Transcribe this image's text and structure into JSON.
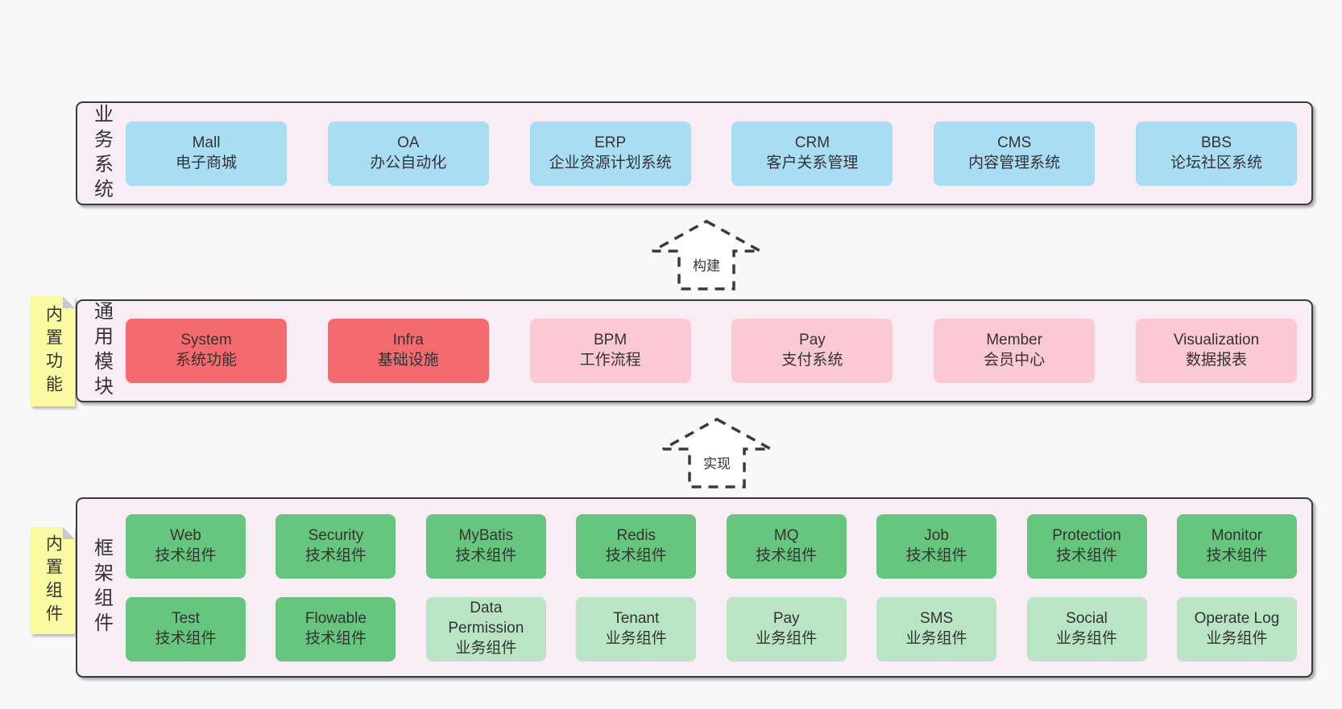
{
  "colors": {
    "page-bg": "#f8f8f8",
    "frame-bg": "#f8edf5",
    "border": "#3a3a3a",
    "text": "#333333",
    "blue": "#a9ddf4",
    "red": "#f56a6e",
    "pink": "#fbc9d3",
    "green": "#67c67e",
    "lightgreen": "#bae5c4",
    "yellow": "#fafaa3",
    "fold": "#c9c9c9"
  },
  "arrows": [
    {
      "label": "构建"
    },
    {
      "label": "实现"
    }
  ],
  "bands": [
    {
      "side_label": "业务系统",
      "note": null,
      "rows": [
        [
          {
            "title": "Mall",
            "subtitle": "电子商城",
            "variant": "blue"
          },
          {
            "title": "OA",
            "subtitle": "办公自动化",
            "variant": "blue"
          },
          {
            "title": "ERP",
            "subtitle": "企业资源计划系统",
            "variant": "blue"
          },
          {
            "title": "CRM",
            "subtitle": "客户关系管理",
            "variant": "blue"
          },
          {
            "title": "CMS",
            "subtitle": "内容管理系统",
            "variant": "blue"
          },
          {
            "title": "BBS",
            "subtitle": "论坛社区系统",
            "variant": "blue"
          }
        ]
      ]
    },
    {
      "side_label": "通用模块",
      "note": "内置功能",
      "rows": [
        [
          {
            "title": "System",
            "subtitle": "系统功能",
            "variant": "red"
          },
          {
            "title": "Infra",
            "subtitle": "基础设施",
            "variant": "red"
          },
          {
            "title": "BPM",
            "subtitle": "工作流程",
            "variant": "pink"
          },
          {
            "title": "Pay",
            "subtitle": "支付系统",
            "variant": "pink"
          },
          {
            "title": "Member",
            "subtitle": "会员中心",
            "variant": "pink"
          },
          {
            "title": "Visualization",
            "subtitle": "数据报表",
            "variant": "pink"
          }
        ]
      ]
    },
    {
      "side_label": "框架组件",
      "note": "内置组件",
      "rows": [
        [
          {
            "title": "Web",
            "subtitle": "技术组件",
            "variant": "green"
          },
          {
            "title": "Security",
            "subtitle": "技术组件",
            "variant": "green"
          },
          {
            "title": "MyBatis",
            "subtitle": "技术组件",
            "variant": "green"
          },
          {
            "title": "Redis",
            "subtitle": "技术组件",
            "variant": "green"
          },
          {
            "title": "MQ",
            "subtitle": "技术组件",
            "variant": "green"
          },
          {
            "title": "Job",
            "subtitle": "技术组件",
            "variant": "green"
          },
          {
            "title": "Protection",
            "subtitle": "技术组件",
            "variant": "green"
          },
          {
            "title": "Monitor",
            "subtitle": "技术组件",
            "variant": "green"
          }
        ],
        [
          {
            "title": "Test",
            "subtitle": "技术组件",
            "variant": "green"
          },
          {
            "title": "Flowable",
            "subtitle": "技术组件",
            "variant": "green"
          },
          {
            "title": "Data Permission",
            "subtitle": "业务组件",
            "variant": "lightgreen"
          },
          {
            "title": "Tenant",
            "subtitle": "业务组件",
            "variant": "lightgreen"
          },
          {
            "title": "Pay",
            "subtitle": "业务组件",
            "variant": "lightgreen"
          },
          {
            "title": "SMS",
            "subtitle": "业务组件",
            "variant": "lightgreen"
          },
          {
            "title": "Social",
            "subtitle": "业务组件",
            "variant": "lightgreen"
          },
          {
            "title": "Operate Log",
            "subtitle": "业务组件",
            "variant": "lightgreen"
          }
        ]
      ]
    }
  ]
}
